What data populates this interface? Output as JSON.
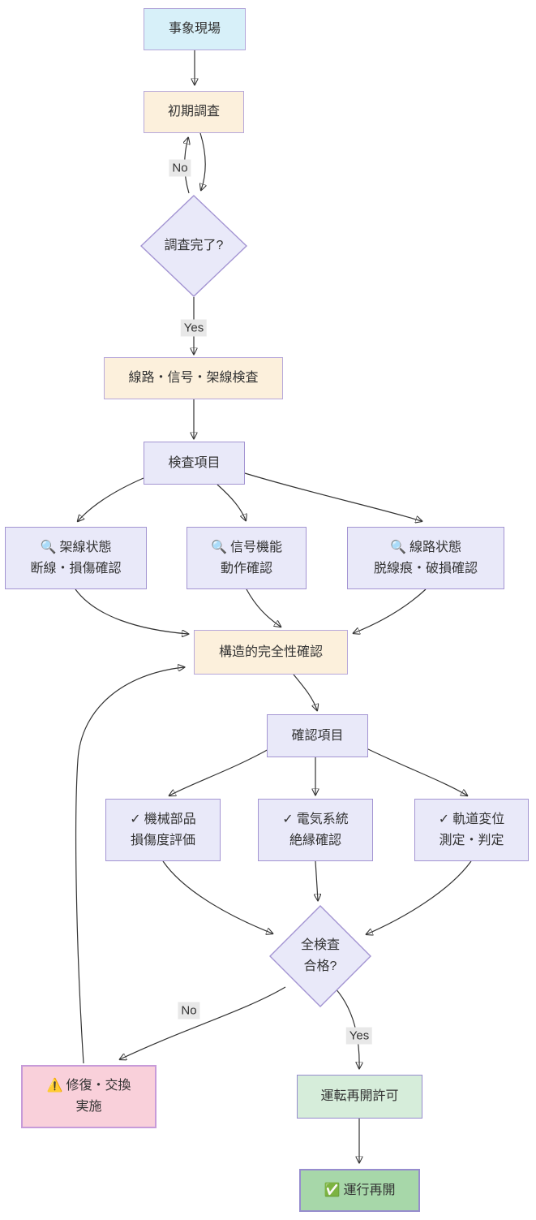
{
  "nodes": {
    "incident_site": {
      "label": "事象現場"
    },
    "initial_survey": {
      "label": "初期調査"
    },
    "survey_complete": {
      "label": "調査完了?"
    },
    "track_signal_catenary_inspection": {
      "label": "線路・信号・架線検査"
    },
    "inspection_items": {
      "label": "検査項目"
    },
    "catenary_state": {
      "icon": "🔍",
      "title": "架線状態",
      "subtitle": "断線・損傷確認"
    },
    "signal_function": {
      "icon": "🔍",
      "title": "信号機能",
      "subtitle": "動作確認"
    },
    "track_state": {
      "icon": "🔍",
      "title": "線路状態",
      "subtitle": "脱線痕・破損確認"
    },
    "structural_integrity": {
      "label": "構造的完全性確認"
    },
    "confirmation_items": {
      "label": "確認項目"
    },
    "mechanical_parts": {
      "icon": "✓",
      "title": "機械部品",
      "subtitle": "損傷度評価"
    },
    "electrical_system": {
      "icon": "✓",
      "title": "電気系統",
      "subtitle": "絶縁確認"
    },
    "track_displacement": {
      "icon": "✓",
      "title": "軌道変位",
      "subtitle": "測定・判定"
    },
    "all_inspections_pass": {
      "title": "全検査",
      "subtitle": "合格?"
    },
    "repair_replace": {
      "icon": "⚠️",
      "title": "修復・交換",
      "subtitle": "実施"
    },
    "operation_resume_permission": {
      "label": "運転再開許可"
    },
    "operation_resume": {
      "icon": "✅",
      "label": "運行再開"
    }
  },
  "edge_labels": {
    "survey_no": "No",
    "survey_yes": "Yes",
    "pass_no": "No",
    "pass_yes": "Yes"
  },
  "colors": {
    "incident_site_fill": "#d7f0f9",
    "process_fill": "#fcf0dc",
    "item_fill": "#e9e9f9",
    "alert_fill": "#f9d0da",
    "permission_fill": "#d6edda",
    "resume_fill": "#a7d7a9",
    "node_border_purple": "#a394d2",
    "edge_stroke": "#333333",
    "edge_label_bg": "#e8e8e8",
    "text": "#333333"
  }
}
